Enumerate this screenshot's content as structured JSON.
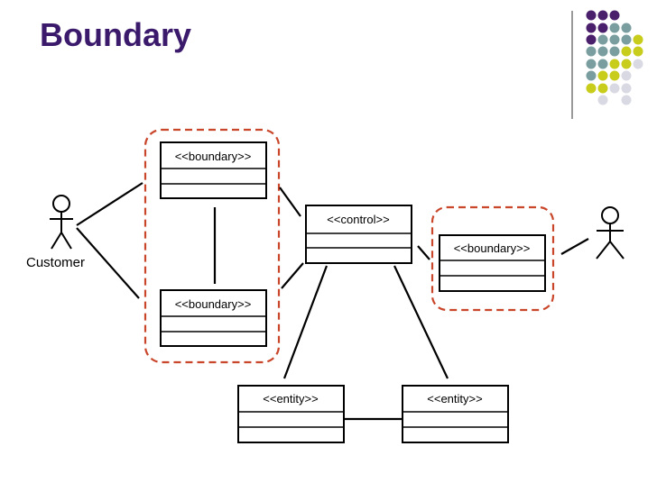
{
  "slide": {
    "title": "Boundary"
  },
  "colors": {
    "title": "#3b1a6b",
    "dot_purple": "#4a1f6b",
    "dot_teal": "#7a9e9f",
    "dot_olive": "#c8cc1a",
    "dot_light": "#d9d9e3",
    "dashed_group": "#c9462b"
  },
  "actors": {
    "customer_label": "Customer"
  },
  "classes": {
    "boundary_top": "<<boundary>>",
    "boundary_bottom": "<<boundary>>",
    "control": "<<control>>",
    "boundary_right": "<<boundary>>",
    "entity_left": "<<entity>>",
    "entity_right": "<<entity>>"
  }
}
